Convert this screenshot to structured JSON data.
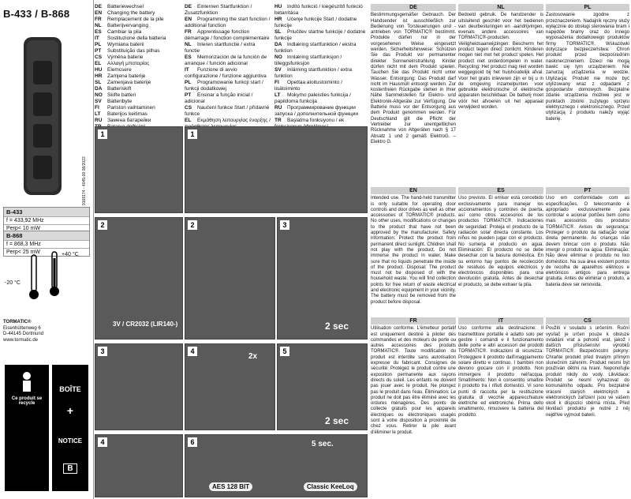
{
  "title": "B-433 / B-868",
  "side_code": "9168174 - 4045-00 08/2022",
  "specs": [
    {
      "model": "B-433",
      "freq": "f = 433,92 MHz",
      "power": "Perp< 10 mW"
    },
    {
      "model": "B-868",
      "freq": "f = 868,3 MHz",
      "power": "Perp< 25 mW"
    }
  ],
  "temps": {
    "max": "+40 °C",
    "min": "-20 °C"
  },
  "address": [
    "TORMATIC®",
    "Eisenhüttenweg 6",
    "D-44145 Dortmund",
    "www.tormatic.de"
  ],
  "recycle": {
    "triman": "Ce produit se recycle",
    "box": "BOÎTE",
    "plus": "+",
    "notice": "NOTICE",
    "b": "B"
  },
  "lang_list_1": [
    {
      "code": "DE",
      "text": "Batteriewechsel"
    },
    {
      "code": "EN",
      "text": "Changing the battery"
    },
    {
      "code": "FR",
      "text": "Remplacement de la pile"
    },
    {
      "code": "NL",
      "text": "Batterijvervanging"
    },
    {
      "code": "ES",
      "text": "Cambiar la pila"
    },
    {
      "code": "IT",
      "text": "Sostituzione della batteria"
    },
    {
      "code": "PL",
      "text": "Wymiana baterii"
    },
    {
      "code": "PT",
      "text": "Substituição das pilhas"
    },
    {
      "code": "CS",
      "text": "Výměna baterie"
    },
    {
      "code": "EL",
      "text": "Αλλαγή μπαταρίας"
    },
    {
      "code": "HU",
      "text": "Elemcsere"
    },
    {
      "code": "HR",
      "text": "Zamjena baterije"
    },
    {
      "code": "SL",
      "text": "Zamenjava baterije"
    },
    {
      "code": "DA",
      "text": "Batteriskift"
    },
    {
      "code": "NO",
      "text": "Skifte batteri"
    },
    {
      "code": "SV",
      "text": "Batteribyte"
    },
    {
      "code": "FI",
      "text": "Pariston vaihtaminen"
    },
    {
      "code": "LT",
      "text": "Baterijos keitimas"
    },
    {
      "code": "RU",
      "text": "Замена батарейки"
    },
    {
      "code": "TR",
      "text": "Batarya değişimi"
    }
  ],
  "lang_list_2": [
    {
      "code": "DE",
      "text": "Einlernen Startfunktion / Zusatzfunktion"
    },
    {
      "code": "EN",
      "text": "Programming the start function / additional function"
    },
    {
      "code": "FR",
      "text": "Apprentissage fonction démarrage / fonction complémentaire"
    },
    {
      "code": "NL",
      "text": "Inleren startfunctie / extra functie"
    },
    {
      "code": "ES",
      "text": "Memorización de la función de arranque / función adicional"
    },
    {
      "code": "IT",
      "text": "Funzione di avvio configurazione / funzione aggiuntiva"
    },
    {
      "code": "PL",
      "text": "Programowanie funkcji start / funkcji dodatkowej"
    },
    {
      "code": "PT",
      "text": "Ensinar a função inicial / adicional"
    },
    {
      "code": "CS",
      "text": "Naučení funkce Start / přídavné funkce"
    },
    {
      "code": "EL",
      "text": "Εκμάθηση λειτουργίας έναρξης / πρόσθετης λειτουργίας"
    }
  ],
  "lang_list_3": [
    {
      "code": "HU",
      "text": "Indító funkció / kiegészítő funkció betanítása"
    },
    {
      "code": "HR",
      "text": "Učenje funkcije Start / dodatne funkcije"
    },
    {
      "code": "SL",
      "text": "Priučitev startne funkcije / dodatne funkcije"
    },
    {
      "code": "DA",
      "text": "Indlæring startfunktion / ekstra funktion"
    },
    {
      "code": "NO",
      "text": "Innlæring startfunksjon / tilleggsfunksjon"
    },
    {
      "code": "SV",
      "text": "Inlärning startfunktion / extra funktion"
    },
    {
      "code": "FI",
      "text": "Opettaa aloitustoiminto / lisätoiminto"
    },
    {
      "code": "LT",
      "text": "Mokymo paleisties funkcija / papildoma funkcija"
    },
    {
      "code": "RU",
      "text": "Программирование функции запуска / дополнительной функции"
    },
    {
      "code": "TR",
      "text": "Başlatma fonksiyonu / ek fonksiyonun öğretilmesi"
    }
  ],
  "panels": {
    "battery": "3V / CR2032 (LIR140-)",
    "sec2": "2 sec",
    "sec5": "5 sec.",
    "x2": "2x",
    "aes": "AES 128 BIT",
    "classic": "Classic KeeLoq"
  },
  "texts": {
    "de": {
      "hd": "DE",
      "body": "Bestimmungsgemäßer Gebrauch. Der Handsender ist ausschließlich zur Bedienung von Torsteuerungen und -antrieben von TORMATIC® bestimmt. Produkte dürfen nur in der vorgesehenen Weise eingesetzt werden. Sicherheitshinweise: Schützen Sie das Produkt vor permanenter direkter Sonneneinstrahlung. Kinder dürfen nicht mit dem Produkt spielen. Tauchen Sie das Produkt nicht unter Wasser. Entsorgung: Das Produkt darf nicht im Hausmüll entsorgt werden. Zur kostenfreien Rückgabe stehen in Ihrer Nähe Sammelstellen für Elektro- und Elektronik-Altgeräte zur Verfügung. Die Batterie muss vor der Entsorgung aus dem Produkt genommen werden. Für Deutschland gilt die Pflicht der Vertreiber zur unentgeltlichen Rücknahme von Altgeräten nach § 17 Absatz 1 und 2 gemäß ElektroG. – Elektro G."
    },
    "nl": {
      "hd": "NL",
      "body": "Bedoeld gebruik. De handzender is uitsluitend geschikt voor het bedienen van deurbesturingen en -aandrijvingen, evenals andere accessoires van TORMATIC®-producten. Veiligheidsaanwijzingen: Bescherm het product tegen direct zonlicht. Kinderen mogen niet met het product spelen. Het product niet onderdompelen in water. Recycling: Het product mag niet worden weggegooid bij het huishoudelijk afval. Voor het gratis inleveren zijn er bij u in de omgeving inzamelpunten voor gebruikte elektronische of elektrische apparaten beschikbaar. De batterij moet vóór het afvoeren uit het apparaat verwijderd worden."
    },
    "pl": {
      "hd": "PL",
      "body": "Zastosowanie zgodne z przeznaczeniem. Nadajnik ręczny służy wyłącznie do obsługi sterowania bram i napędów bramy oraz do innego wyposażenia dodatkowego produktów firmy TORMATIC®. Wskazówki dotyczące bezpieczeństwa: Chroń produkt przed bezpośrednim nasłonecznieniem. Dzieci nie mogą bawić się tym urządzeniem. Nie zanurzaj urządzenia w wodzie. Utylizacja: Produkt nie może być utylizowany wraz z odpadami z gospodarstw domowych. Bezpłatne zdanie urządzenia możliwe jest w punktach zbiórki zużytego sprzętu elektrycznego i elektronicznego. Przed utylizacją z produktu należy wyjąć baterię."
    },
    "en": {
      "hd": "EN",
      "body": "Intended use. The hand-held transmitter is only suitable for operating door controls and door drives as well as other accessories of TORMATIC® products. No other uses, modifications or changes to the product that have not been approved by the manufacturer. Safety information: Protect the product from permanent direct sunlight. Children shall not play with the product. Do not immerse the product in water. Make sure that no liquids penetrate the inside of the product. Disposal: The product must not be disposed of with the household waste. You will find collection points for free return of waste electrical and electronic equipment in your vicinity. The battery must be removed from the product before disposal."
    },
    "es": {
      "hd": "ES",
      "body": "Uso previsto. El emisor está concebido exclusivamente para manejar los accionamientos y controles de puerta, así como otros accesorios de los productos TORMATIC®. Indicaciones de seguridad: Proteja el producto de la radiación solar directa constante. Los niños no pueden jugar con el producto. No sumerja el producto en agua. Eliminación: El producto no se debe desechar con la basura doméstica. En su entorno hay puntos de recolección de residuos de equipos eléctricos y electrónicos disponibles para una devolución gratuita. Antes de desechar el producto, se debe extraer la pila."
    },
    "pt": {
      "hd": "PT",
      "body": "Uso em conformidade com as especificações. O telecomando é apropriado exclusivamente para controlar e acionar portões bem como mais acessórios dos produtos TORMATIC®. Avisos de segurança: Proteger o produto da radiação solar direta permanente. As crianças não devem brincar com o produto. Não imergir o produto na água. Eliminação: Não deve eliminar o produto no lixo doméstico. Na sua área existem pontos de recolha de aparelhos elétricos e eletrónicos antigos para entrega gratuita. Antes de eliminar o produto, a bateria deve ser removida."
    },
    "fr": {
      "hd": "FR",
      "body": "Utilisation conforme. L'émetteur portatif est uniquement destiné à piloter des commandes et des moteurs de porte ou autres accessoires des produits TORMATIC®. Toute modification du produit est interdite sans autorisation expresse du fabricant. Consignes de sécurité: Protégez le produit contre une exposition permanente aux rayons directs du soleil. Les enfants ne doivent pas jouer avec le produit. Ne plongez pas le produit dans l'eau. Élimination: Le produit ne doit pas être éliminé avec les ordures ménagères. Des points de collecte gratuits pour les appareils électriques ou électroniques usagés sont à votre disposition à proximité de chez vous. Retirer la pile avant d'éliminer le produit."
    },
    "it": {
      "hd": "IT",
      "body": "Uso conforme alla destinazione. Il trasmettitore portatile è adatto solo per gestire i comandi e il funzionamento delle porte e altri accessori dei prodotti TORMATIC®. Indicazioni di sicurezza: Proteggere il prodotto dall'irraggiamento solare diretto e continuo. I bambini non devono giocare con il prodotto. Non immergere il prodotto nell'acqua. Smaltimento: Non è consentito smaltire il prodotto tra i rifiuti domestici. Vi sono punti di raccolta per la restituzione gratuita di vecchie apparecchiature elettriche ed elettroniche. Prima dello smaltimento, rimuovere la batteria del prodotto."
    },
    "cs": {
      "hd": "CS",
      "body": "Použití v souladu s určením. Ruční vysílač je určen pouze k obsluze ovládání vrat a pohonů vrat, jakož i dalších příslušenství výrobků TORMATIC®. Bezpečnostní pokyny: Chraňte produkt před trvalým přímým slunečním zářením. Produkt nesmí být používán dětmi na hraní. Neponořujte produkt nikdy do vody. Likvidace: Produkt se nesmí vyhazovat do komunálního odpadu. Pro bezplatné vrácení starých elektrických a elektronických zařízení jsou ve vašem okolí k dispozici sběrná místa. Před likvidací produktu je nutné z něj nejdříve vyjmout baterii."
    }
  }
}
